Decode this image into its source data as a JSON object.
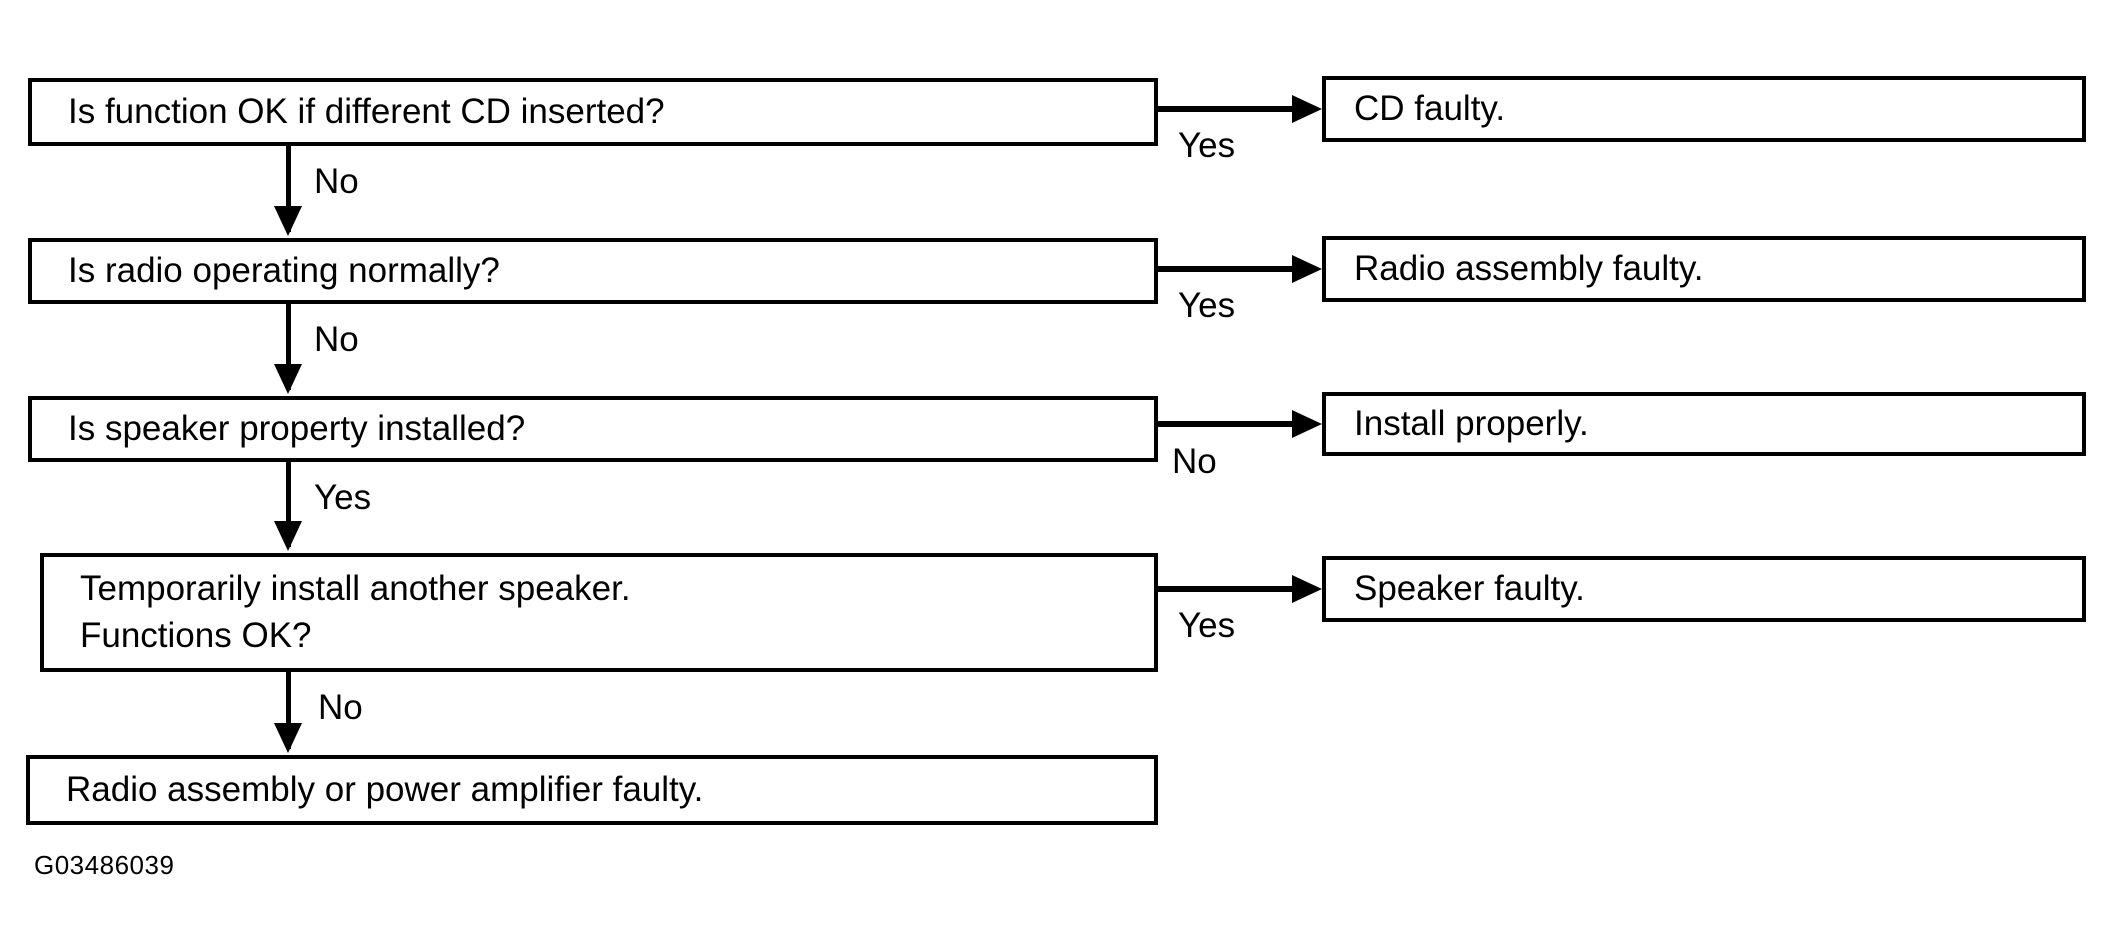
{
  "figure_id": "G03486039",
  "colors": {
    "line": "#000000",
    "background": "#ffffff",
    "text": "#000000"
  },
  "flowchart": {
    "rows": [
      {
        "question": "Is function OK if different CD inserted?",
        "branch_label": "Yes",
        "result": "CD faulty.",
        "down_label": "No"
      },
      {
        "question": "Is radio operating normally?",
        "branch_label": "Yes",
        "result": "Radio assembly faulty.",
        "down_label": "No"
      },
      {
        "question": "Is speaker property installed?",
        "branch_label": "No",
        "result": "Install properly.",
        "down_label": "Yes"
      },
      {
        "question": "Temporarily install another speaker.\nFunctions OK?",
        "branch_label": "Yes",
        "result": "Speaker faulty.",
        "down_label": "No"
      },
      {
        "question": "Radio assembly or power amplifier faulty."
      }
    ]
  }
}
